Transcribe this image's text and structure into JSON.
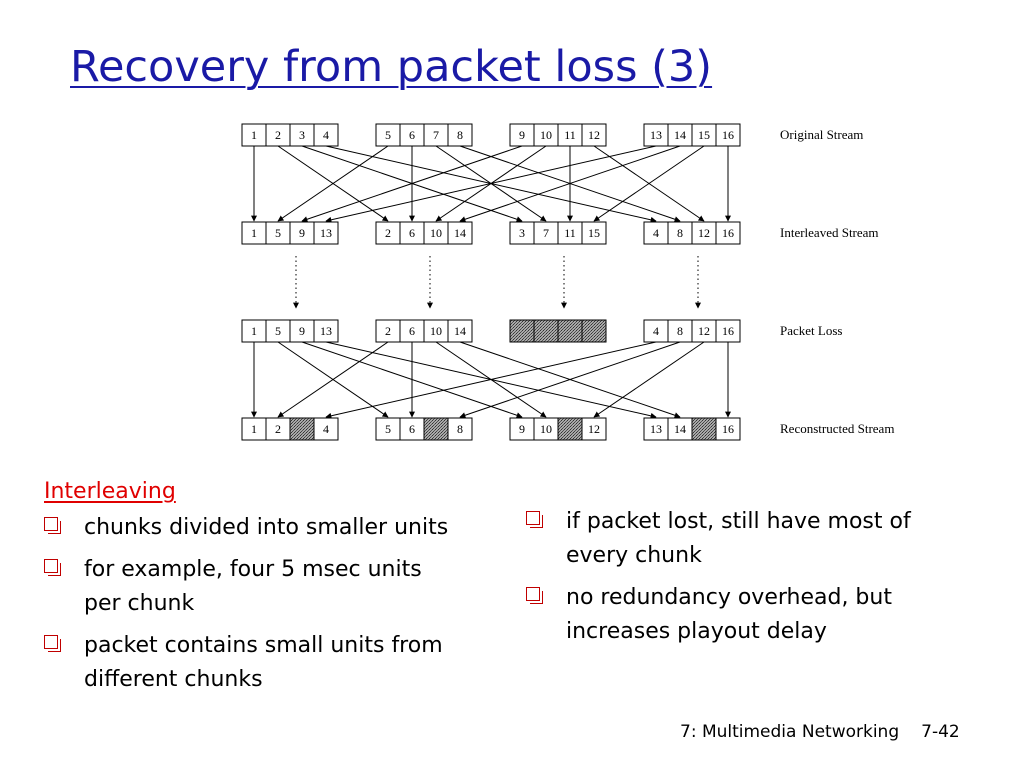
{
  "title": "Recovery from packet loss (3)",
  "diagram": {
    "rows": [
      {
        "label": "Original Stream",
        "groups": [
          [
            "1",
            "2",
            "3",
            "4"
          ],
          [
            "5",
            "6",
            "7",
            "8"
          ],
          [
            "9",
            "10",
            "11",
            "12"
          ],
          [
            "13",
            "14",
            "15",
            "16"
          ]
        ]
      },
      {
        "label": "Interleaved Stream",
        "groups": [
          [
            "1",
            "5",
            "9",
            "13"
          ],
          [
            "2",
            "6",
            "10",
            "14"
          ],
          [
            "3",
            "7",
            "11",
            "15"
          ],
          [
            "4",
            "8",
            "12",
            "16"
          ]
        ]
      },
      {
        "label": "Packet Loss",
        "groups": [
          [
            "1",
            "5",
            "9",
            "13"
          ],
          [
            "2",
            "6",
            "10",
            "14"
          ],
          [
            "",
            "",
            "",
            ""
          ],
          [
            "4",
            "8",
            "12",
            "16"
          ]
        ],
        "lost_groups": [
          2
        ]
      },
      {
        "label": "Reconstructed Stream",
        "groups": [
          [
            "1",
            "2",
            "",
            "4"
          ],
          [
            "5",
            "6",
            "",
            "8"
          ],
          [
            "9",
            "10",
            "",
            "12"
          ],
          [
            "13",
            "14",
            "",
            "16"
          ]
        ],
        "lost_slot": 2
      }
    ]
  },
  "left": {
    "heading": "Interleaving",
    "bullets": [
      "chunks divided into smaller units",
      "for example, four 5 msec units per chunk",
      "packet contains small units from different chunks"
    ]
  },
  "right": {
    "bullets": [
      "if packet lost, still have most of every chunk",
      "no redundancy overhead, but increases playout delay"
    ]
  },
  "footer": {
    "chapter": "7: Multimedia Networking",
    "page": "7-42"
  },
  "colors": {
    "title": "#1a1aa6",
    "heading": "#e00000",
    "bullet": "#c00000"
  }
}
